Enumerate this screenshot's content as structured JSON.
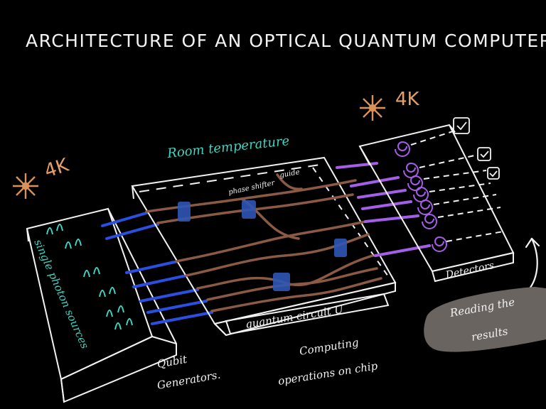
{
  "title": "ARCHITECTURE OF AN OPTICAL QUANTUM COMPUTER.",
  "labels": {
    "temp_left": "4K",
    "temp_right": "4K",
    "room_temperature": "Room temperature",
    "phase_shifter": "phase shifter",
    "guide": "guide",
    "quantum_circuit": "quantum circuit U",
    "detectors": "Detectors",
    "single_photon_sources": "single photon sources",
    "qubit_generators_line1": "Qubit",
    "qubit_generators_line2": "Generators.",
    "computing_line1": "Computing",
    "computing_line2": "operations on chip",
    "reading_line1": "Reading the",
    "reading_line2": "results"
  },
  "colors": {
    "background": "#000000",
    "chalk": "#f2f2f2",
    "teal": "#3fd6c1",
    "orange": "#e5a06a",
    "blue_channel": "#2b4fe0",
    "purple_channel": "#a45ee8",
    "brown_waveguide": "#8a5a44",
    "phase_shifter": "#2f56b5",
    "results_box": "#6a6461"
  },
  "icons": {
    "snowflake": "snowflake-icon",
    "checkmark": "checkmark-icon",
    "spiral_detector": "spiral-icon",
    "photon_pulse": "photon-pulse-icon",
    "arrow": "curved-arrow-icon"
  }
}
